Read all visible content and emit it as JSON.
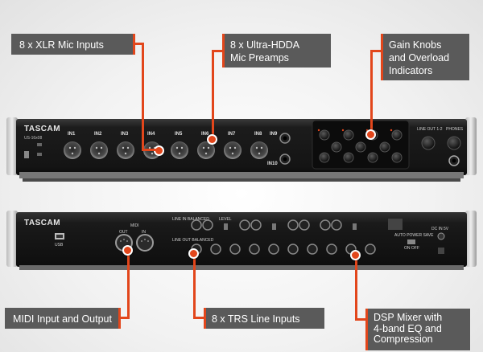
{
  "callouts": {
    "xlr_inputs": "8 x XLR Mic Inputs",
    "preamps_line1": "8 x Ultra-HDDA",
    "preamps_line2": "Mic Preamps",
    "gain_line1": "Gain Knobs",
    "gain_line2": "and Overload",
    "gain_line3": "Indicators",
    "midi": "MIDI Input and Output",
    "trs": "8 x TRS Line Inputs",
    "dsp_line1": "DSP Mixer with",
    "dsp_line2": "4-band EQ and",
    "dsp_line3": "Compression"
  },
  "front_panel": {
    "brand": "TASCAM",
    "model": "US-16x08",
    "input_labels": [
      "IN1",
      "IN2",
      "IN3",
      "IN4",
      "IN5",
      "IN6",
      "IN7",
      "IN8"
    ],
    "in9_label": "IN9",
    "in10_label": "IN10",
    "line_out_label": "LINE OUT 1-2",
    "phones_label": "PHONES"
  },
  "rear_panel": {
    "brand": "TASCAM",
    "usb_label": "USB",
    "midi_label": "MIDI",
    "out_label": "OUT",
    "in_label": "IN",
    "line_in_label": "LINE IN BALANCED",
    "line_out_label": "LINE OUT BALANCED",
    "level_label": "LEVEL",
    "auto_power_label": "AUTO POWER SAVE",
    "on_off_label": "ON  OFF",
    "dc_label": "DC IN 5V"
  },
  "colors": {
    "accent": "#e2461b",
    "callout_bg": "#5a5a5a"
  }
}
